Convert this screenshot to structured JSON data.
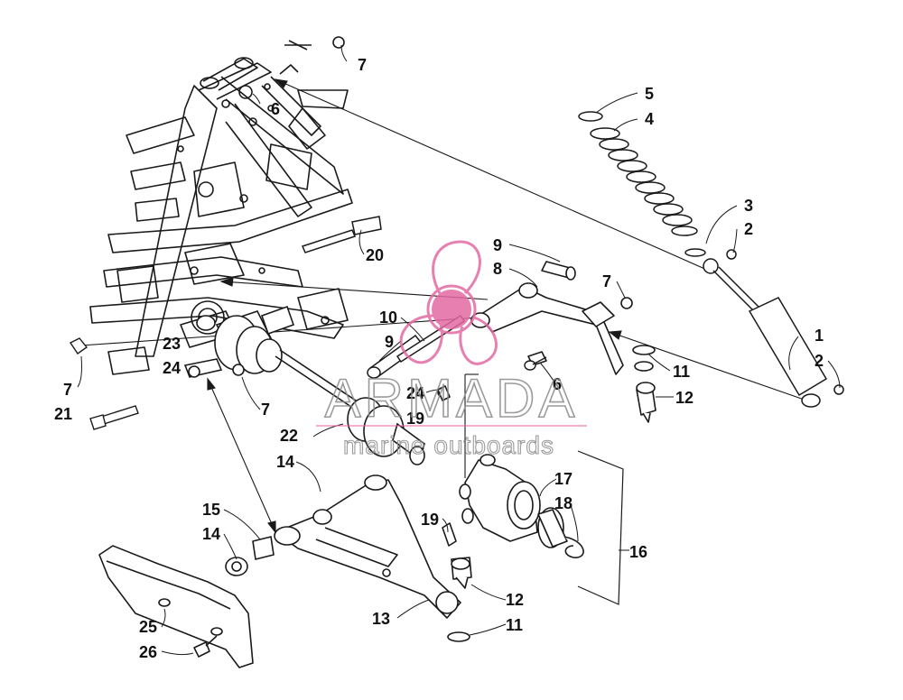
{
  "watermark": {
    "brand": "ARMADA",
    "tagline": "marine outboards",
    "logo_color": "#e36aa3",
    "text_color": "#8a8a8a"
  },
  "diagram": {
    "line_color": "#1a1a1a",
    "callouts": [
      {
        "id": "c7a",
        "num": "7"
      },
      {
        "id": "c6a",
        "num": "6"
      },
      {
        "id": "c5",
        "num": "5"
      },
      {
        "id": "c4",
        "num": "4"
      },
      {
        "id": "c3",
        "num": "3"
      },
      {
        "id": "c2a",
        "num": "2"
      },
      {
        "id": "c20",
        "num": "20"
      },
      {
        "id": "c9a",
        "num": "9"
      },
      {
        "id": "c8",
        "num": "8"
      },
      {
        "id": "c7b",
        "num": "7"
      },
      {
        "id": "c10",
        "num": "10"
      },
      {
        "id": "c9b",
        "num": "9"
      },
      {
        "id": "c23",
        "num": "23"
      },
      {
        "id": "c24a",
        "num": "24"
      },
      {
        "id": "c1",
        "num": "1"
      },
      {
        "id": "c2b",
        "num": "2"
      },
      {
        "id": "c11a",
        "num": "11"
      },
      {
        "id": "c6b",
        "num": "6"
      },
      {
        "id": "c12a",
        "num": "12"
      },
      {
        "id": "c7c",
        "num": "7"
      },
      {
        "id": "c21",
        "num": "21"
      },
      {
        "id": "c7d",
        "num": "7"
      },
      {
        "id": "c24b",
        "num": "24"
      },
      {
        "id": "c19a",
        "num": "19"
      },
      {
        "id": "c22",
        "num": "22"
      },
      {
        "id": "c14a",
        "num": "14"
      },
      {
        "id": "c17",
        "num": "17"
      },
      {
        "id": "c18",
        "num": "18"
      },
      {
        "id": "c15",
        "num": "15"
      },
      {
        "id": "c19b",
        "num": "19"
      },
      {
        "id": "c14b",
        "num": "14"
      },
      {
        "id": "c16",
        "num": "16"
      },
      {
        "id": "c12b",
        "num": "12"
      },
      {
        "id": "c25",
        "num": "25"
      },
      {
        "id": "c13",
        "num": "13"
      },
      {
        "id": "c11b",
        "num": "11"
      },
      {
        "id": "c26",
        "num": "26"
      }
    ]
  }
}
